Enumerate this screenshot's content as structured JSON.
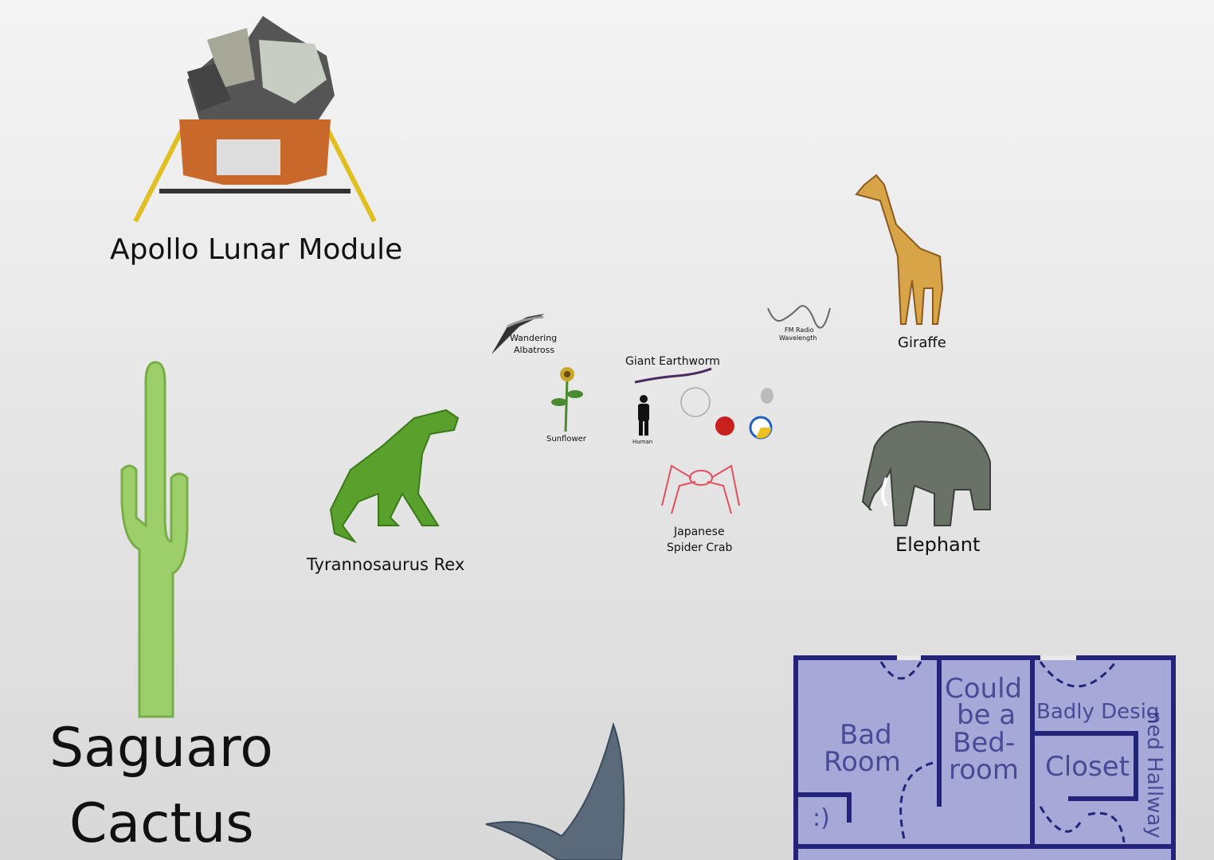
{
  "objects": {
    "apollo": "Apollo Lunar Module",
    "cactus_line1": "Saguaro",
    "cactus_line2": "Cactus",
    "trex": "Tyrannosaurus Rex",
    "albatross_line1": "Wandering",
    "albatross_line2": "Albatross",
    "sunflower": "Sunflower",
    "earthworm": "Giant Earthworm",
    "human": "Human",
    "fm_line1": "FM Radio",
    "fm_line2": "Wavelength",
    "giraffe": "Giraffe",
    "crab_line1": "Japanese",
    "crab_line2": "Spider Crab",
    "elephant": "Elephant"
  },
  "floorplan": {
    "bad_room_1": "Bad",
    "bad_room_2": "Room",
    "bedroom_1": "Could",
    "bedroom_2": "be a",
    "bedroom_3": "Bed-",
    "bedroom_4": "room",
    "hallway_1": "Badly Desig",
    "hallway_2": "ned Hallway",
    "closet": "Closet",
    "smiley": ":)"
  },
  "colors": {
    "floorplan_fill": "#a6a8d8",
    "floorplan_wall": "#23237a"
  }
}
